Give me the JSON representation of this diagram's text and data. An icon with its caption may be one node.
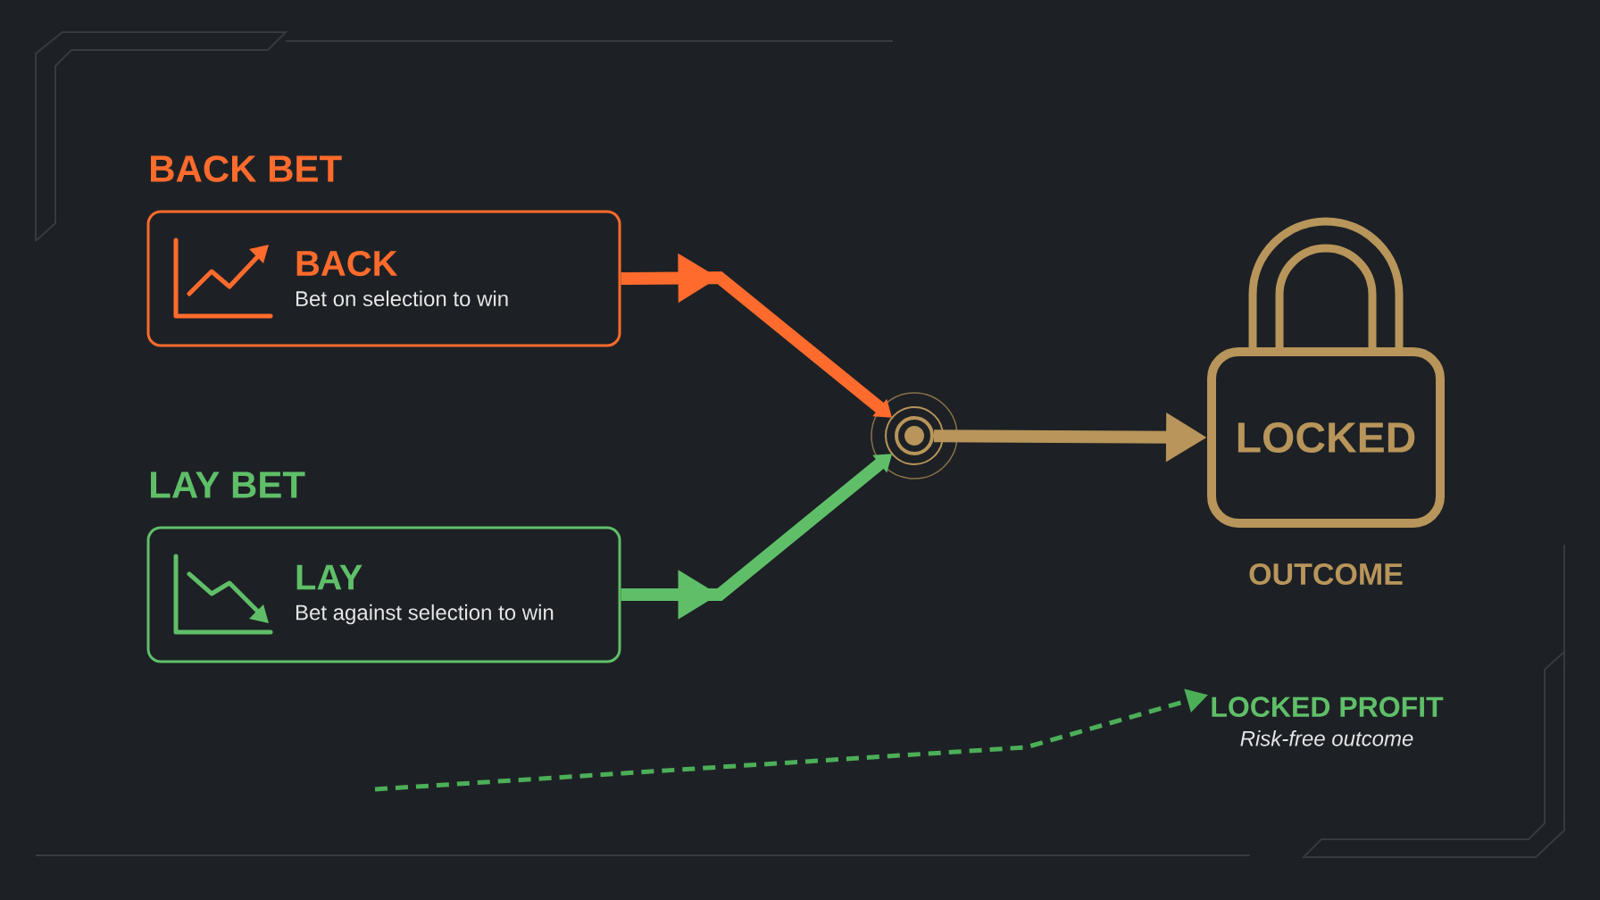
{
  "diagram": {
    "nodes": [
      {
        "text": [
          "BACK BET",
          "BACK",
          "Bet on selection to win"
        ]
      },
      {
        "text": [
          "LAY BET",
          "LAY",
          "Bet against selection to win"
        ]
      },
      {
        "text": [],
        "shape": "circle"
      },
      {
        "text": [
          "LOCKED"
        ],
        "beside": [
          "OUTCOME"
        ]
      },
      {
        "text": [
          "LOCKED PROFIT",
          "Risk-free outcome"
        ]
      }
    ],
    "edges": [
      {
        "from": 0,
        "to": 2,
        "arrow": "to",
        "color": "#ff6b2c"
      },
      {
        "from": 1,
        "to": 2,
        "arrow": "to",
        "color": "#5fbf68"
      },
      {
        "from": 2,
        "to": 3,
        "arrow": "to",
        "color": "#b8955a"
      },
      {
        "from": null,
        "to": 4,
        "arrow": "to",
        "style": "dashed",
        "color": "#4caf58"
      }
    ]
  }
}
